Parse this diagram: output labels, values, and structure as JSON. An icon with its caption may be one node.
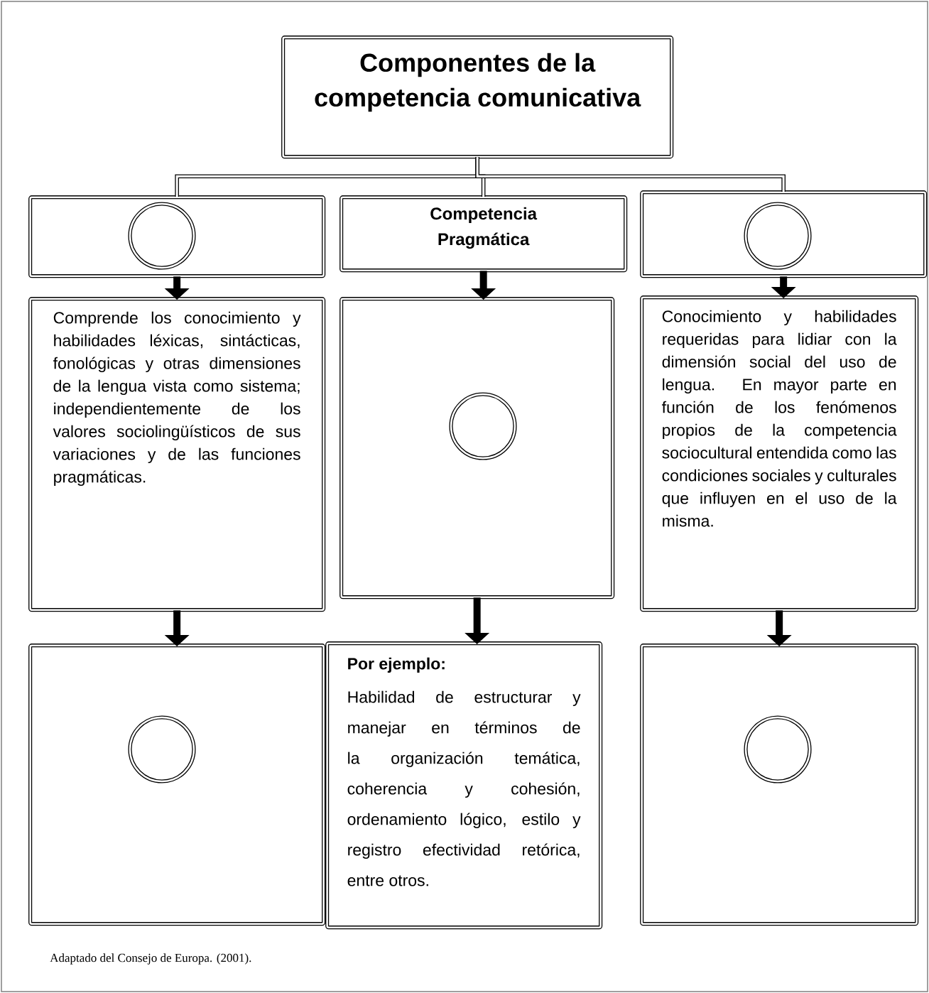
{
  "diagram": {
    "caption": "Adaptado del  Consejo de Europa. (2001).",
    "nodes": [
      {
        "text": [
          "Componentes de la competencia comunicativa"
        ]
      },
      {
        "text": [],
        "shape": "box"
      },
      {
        "text": [],
        "shape": "circle",
        "in": 1
      },
      {
        "text": [
          "Competencia Pragmática"
        ]
      },
      {
        "text": [],
        "shape": "box"
      },
      {
        "text": [],
        "shape": "circle",
        "in": 4
      },
      {
        "text": [
          "Comprende los conocimiento y habilidades léxicas, sintácticas, fonológicas y otras dimensiones de la lengua vista como sistema; independientemente de los valores sociolingüísticos de sus variaciones y de las funciones pragmáticas."
        ]
      },
      {
        "text": [],
        "shape": "box"
      },
      {
        "text": [],
        "shape": "circle",
        "in": 7
      },
      {
        "text": [
          "Conocimiento y habilidades requeridas para lidiar con la dimensión social del uso de lengua. En mayor parte en función de los fenómenos propios de la competencia sociocultural entendida como las condiciones sociales y culturales que influyen en el uso de la misma."
        ]
      },
      {
        "text": [],
        "shape": "box"
      },
      {
        "text": [],
        "shape": "circle",
        "in": 10
      },
      {
        "text": [
          "Por ejemplo:",
          "Habilidad de estructurar y manejar en términos de la organización temática, coherencia y cohesión, ordenamiento lógico, estilo y registro efectividad retórica, entre otros."
        ]
      },
      {
        "text": [],
        "shape": "box"
      },
      {
        "text": [],
        "shape": "circle",
        "in": 13
      }
    ],
    "edges": [
      {
        "from": 0,
        "to": 1,
        "arrow": "none"
      },
      {
        "from": 0,
        "to": 3,
        "arrow": "none"
      },
      {
        "from": 0,
        "to": 4,
        "arrow": "none"
      },
      {
        "from": 1,
        "to": 6,
        "arrow": "to"
      },
      {
        "from": 3,
        "to": 7,
        "arrow": "to"
      },
      {
        "from": 4,
        "to": 9,
        "arrow": "to"
      },
      {
        "from": 6,
        "to": 10,
        "arrow": "to"
      },
      {
        "from": 7,
        "to": 12,
        "arrow": "to"
      },
      {
        "from": 9,
        "to": 13,
        "arrow": "to"
      }
    ]
  }
}
